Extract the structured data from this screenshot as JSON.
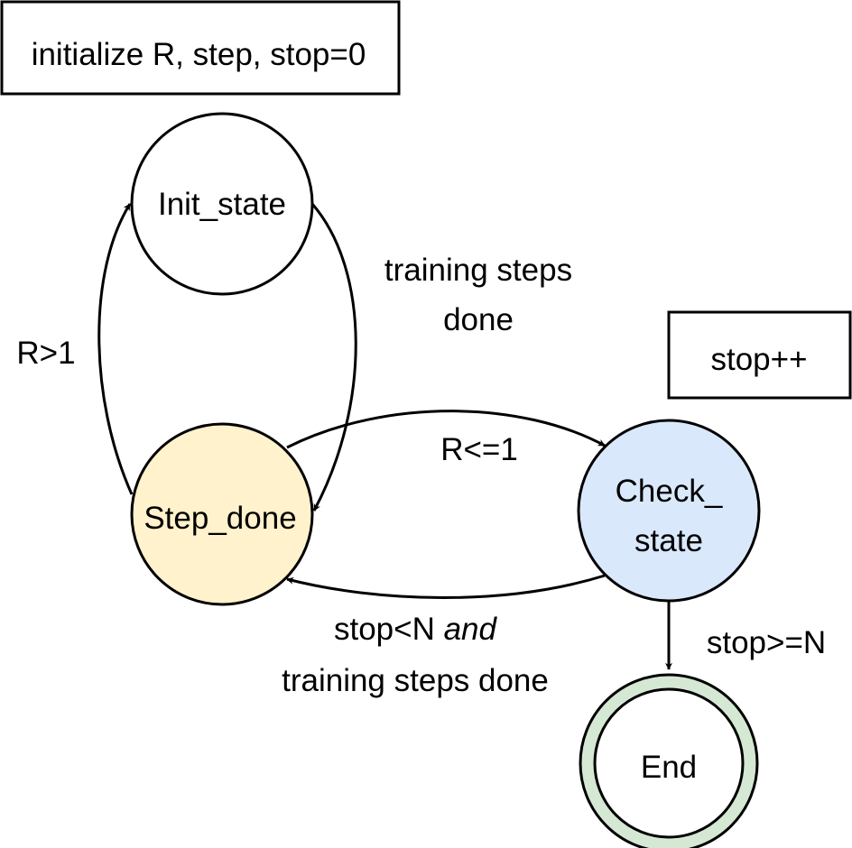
{
  "notes": {
    "init_note": "initialize R, step, stop=0",
    "check_note": "stop++"
  },
  "states": {
    "init": {
      "label": "Init_state",
      "fill": "#ffffff"
    },
    "step_done": {
      "label": "Step_done",
      "fill": "#fff2cc"
    },
    "check": {
      "label_line1": "Check_",
      "label_line2": "state",
      "fill": "#dae8fc"
    },
    "end": {
      "label": "End",
      "ring_fill": "#d5e8d4"
    }
  },
  "transitions": {
    "r_gt_1": "R>1",
    "training_done_line1": "training steps",
    "training_done_line2": "done",
    "r_le_1": "R<=1",
    "stop_lt_n_prefix": "stop<N ",
    "stop_lt_n_and": "and",
    "stop_lt_n_line2": "training steps done",
    "stop_ge_n": "stop>=N"
  }
}
